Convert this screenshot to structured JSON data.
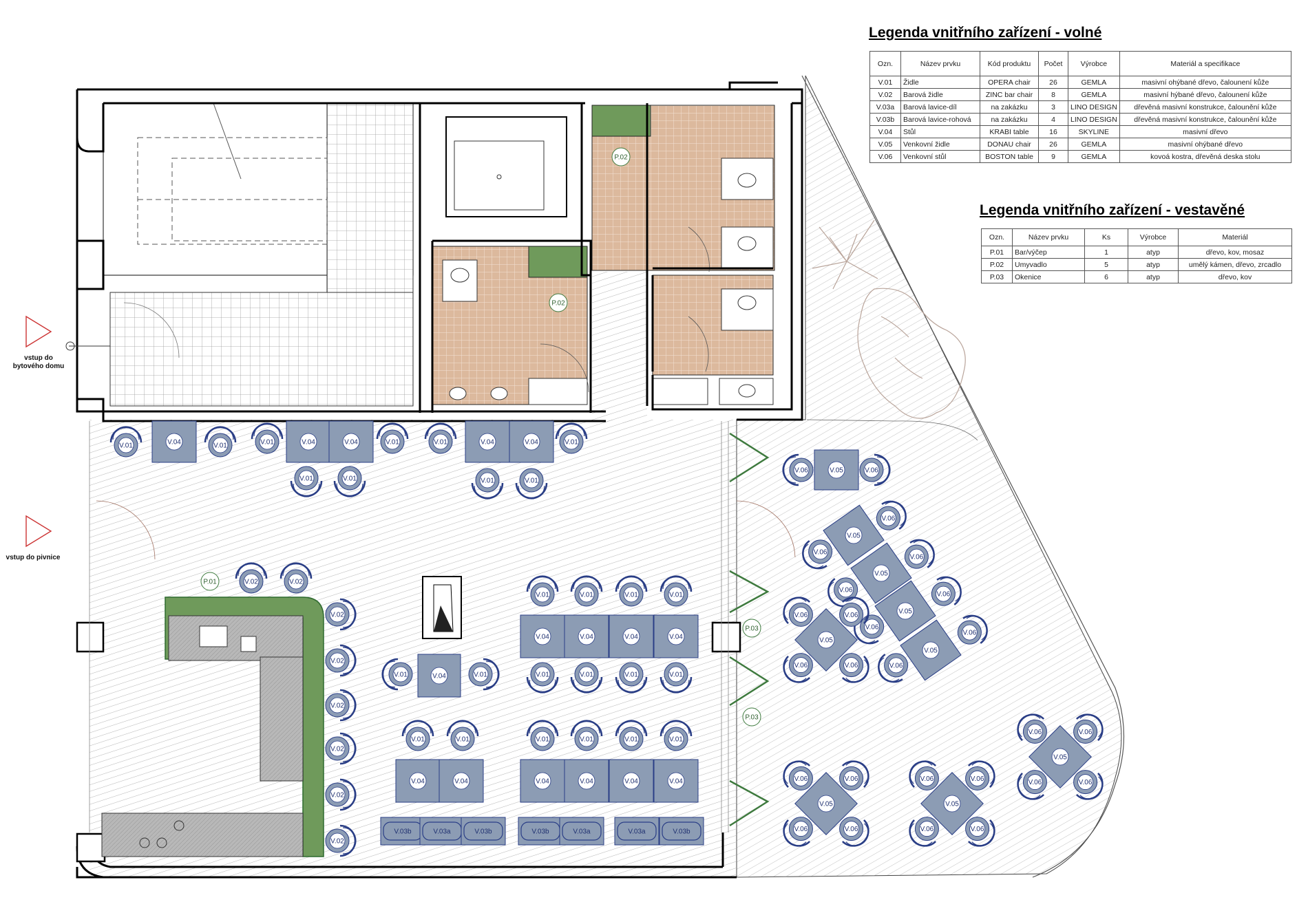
{
  "legend_free": {
    "title": "Legenda vnitřního zařízení - volné",
    "headers": [
      "Ozn.",
      "Název prvku",
      "Kód produktu",
      "Počet",
      "Výrobce",
      "Materiál a specifikace"
    ],
    "rows": [
      [
        "V.01",
        "Židle",
        "OPERA chair",
        "26",
        "GEMLA",
        "masivní ohýbané dřevo, čalounení kůže"
      ],
      [
        "V.02",
        "Barová židle",
        "ZINC bar chair",
        "8",
        "GEMLA",
        "masivní hýbané dřevo, čalounení kůže"
      ],
      [
        "V.03a",
        "Barová lavice-díl",
        "na zakázku",
        "3",
        "LINO DESIGN",
        "dřevěná masivní konstrukce, čalounění kůže"
      ],
      [
        "V.03b",
        "Barová lavice-rohová",
        "na zakázku",
        "4",
        "LINO DESIGN",
        "dřevěná masivní konstrukce, čalounění kůže"
      ],
      [
        "V.04",
        "Stůl",
        "KRABI table",
        "16",
        "SKYLINE",
        "masivní dřevo"
      ],
      [
        "V.05",
        "Venkovní židle",
        "DONAU chair",
        "26",
        "GEMLA",
        "masivní ohýbané dřevo"
      ],
      [
        "V.06",
        "Venkovní stůl",
        "BOSTON table",
        "9",
        "GEMLA",
        "kovoá kostra, dřevěná deska stolu"
      ]
    ]
  },
  "legend_built": {
    "title": "Legenda vnitřního zařízení - vestavěné",
    "headers": [
      "Ozn.",
      "Název prvku",
      "Ks",
      "Výrobce",
      "Materiál"
    ],
    "rows": [
      [
        "P.01",
        "Bar/výčep",
        "1",
        "atyp",
        "dřevo, kov, mosaz"
      ],
      [
        "P.02",
        "Umyvadlo",
        "5",
        "atyp",
        "umělý kámen, dřevo, zrcadlo"
      ],
      [
        "P.03",
        "Okenice",
        "6",
        "atyp",
        "dřevo, kov"
      ]
    ]
  },
  "entrances": {
    "house_line1": "vstup do",
    "house_line2": "bytového domu",
    "cellar": "vstup do pivnice"
  },
  "tags": {
    "chair": "V.01",
    "bar_stool": "V.02",
    "bench_part": "V.03a",
    "bench_corner": "V.03b",
    "table": "V.04",
    "outdoor_table": "V.05",
    "outdoor_chair": "V.06",
    "bar": "P.01",
    "washbasin": "P.02",
    "shutter": "P.03"
  },
  "colors": {
    "furniture": "#8c9cb4",
    "furniture_stroke": "#2a3e86",
    "tile": "#dbb89c",
    "green": "#6f9a5b",
    "green_dark": "#3e7a3e",
    "wall": "#000000",
    "hatch": "#b0b0b0",
    "tag_text": "#1f3070"
  }
}
